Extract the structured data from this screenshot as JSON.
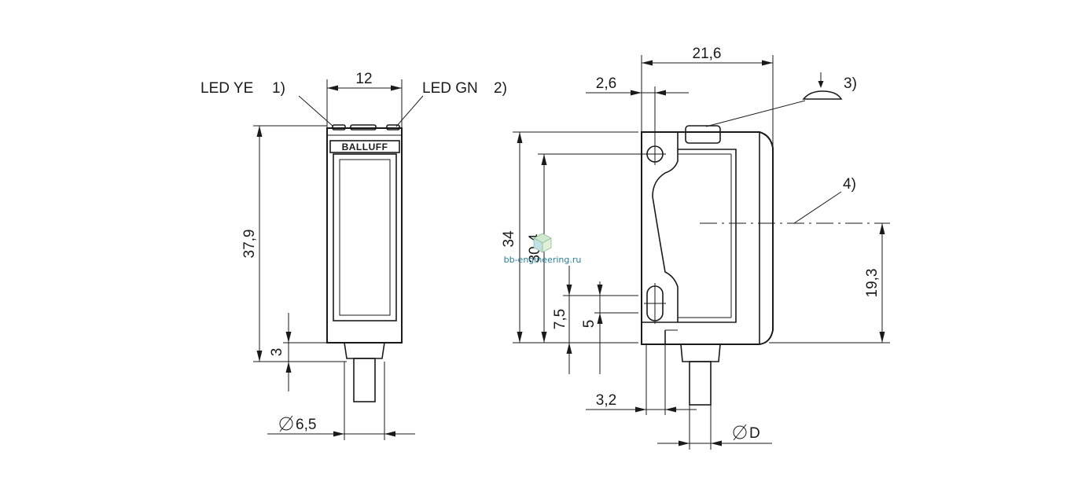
{
  "front_view": {
    "led_ye_label": "LED YE",
    "led_ye_note": "1)",
    "led_gn_label": "LED GN",
    "led_gn_note": "2)",
    "brand": "BALLUFF",
    "dim_width": "12",
    "dim_height": "37,9",
    "dim_3": "3",
    "dim_diameter": "6,5"
  },
  "side_view": {
    "dim_width": "21,6",
    "dim_2_6": "2,6",
    "dim_34": "34",
    "dim_30_4": "30,4",
    "dim_7_5": "7,5",
    "dim_5": "5",
    "dim_3_2": "3,2",
    "dim_19_3": "19,3",
    "dim_diameter_d": "D",
    "note_3": "3)",
    "note_4": "4)"
  },
  "watermark": "bb-engineering.ru",
  "colors": {
    "line": "#1a1a1a",
    "watermark": "#2a7f95"
  }
}
